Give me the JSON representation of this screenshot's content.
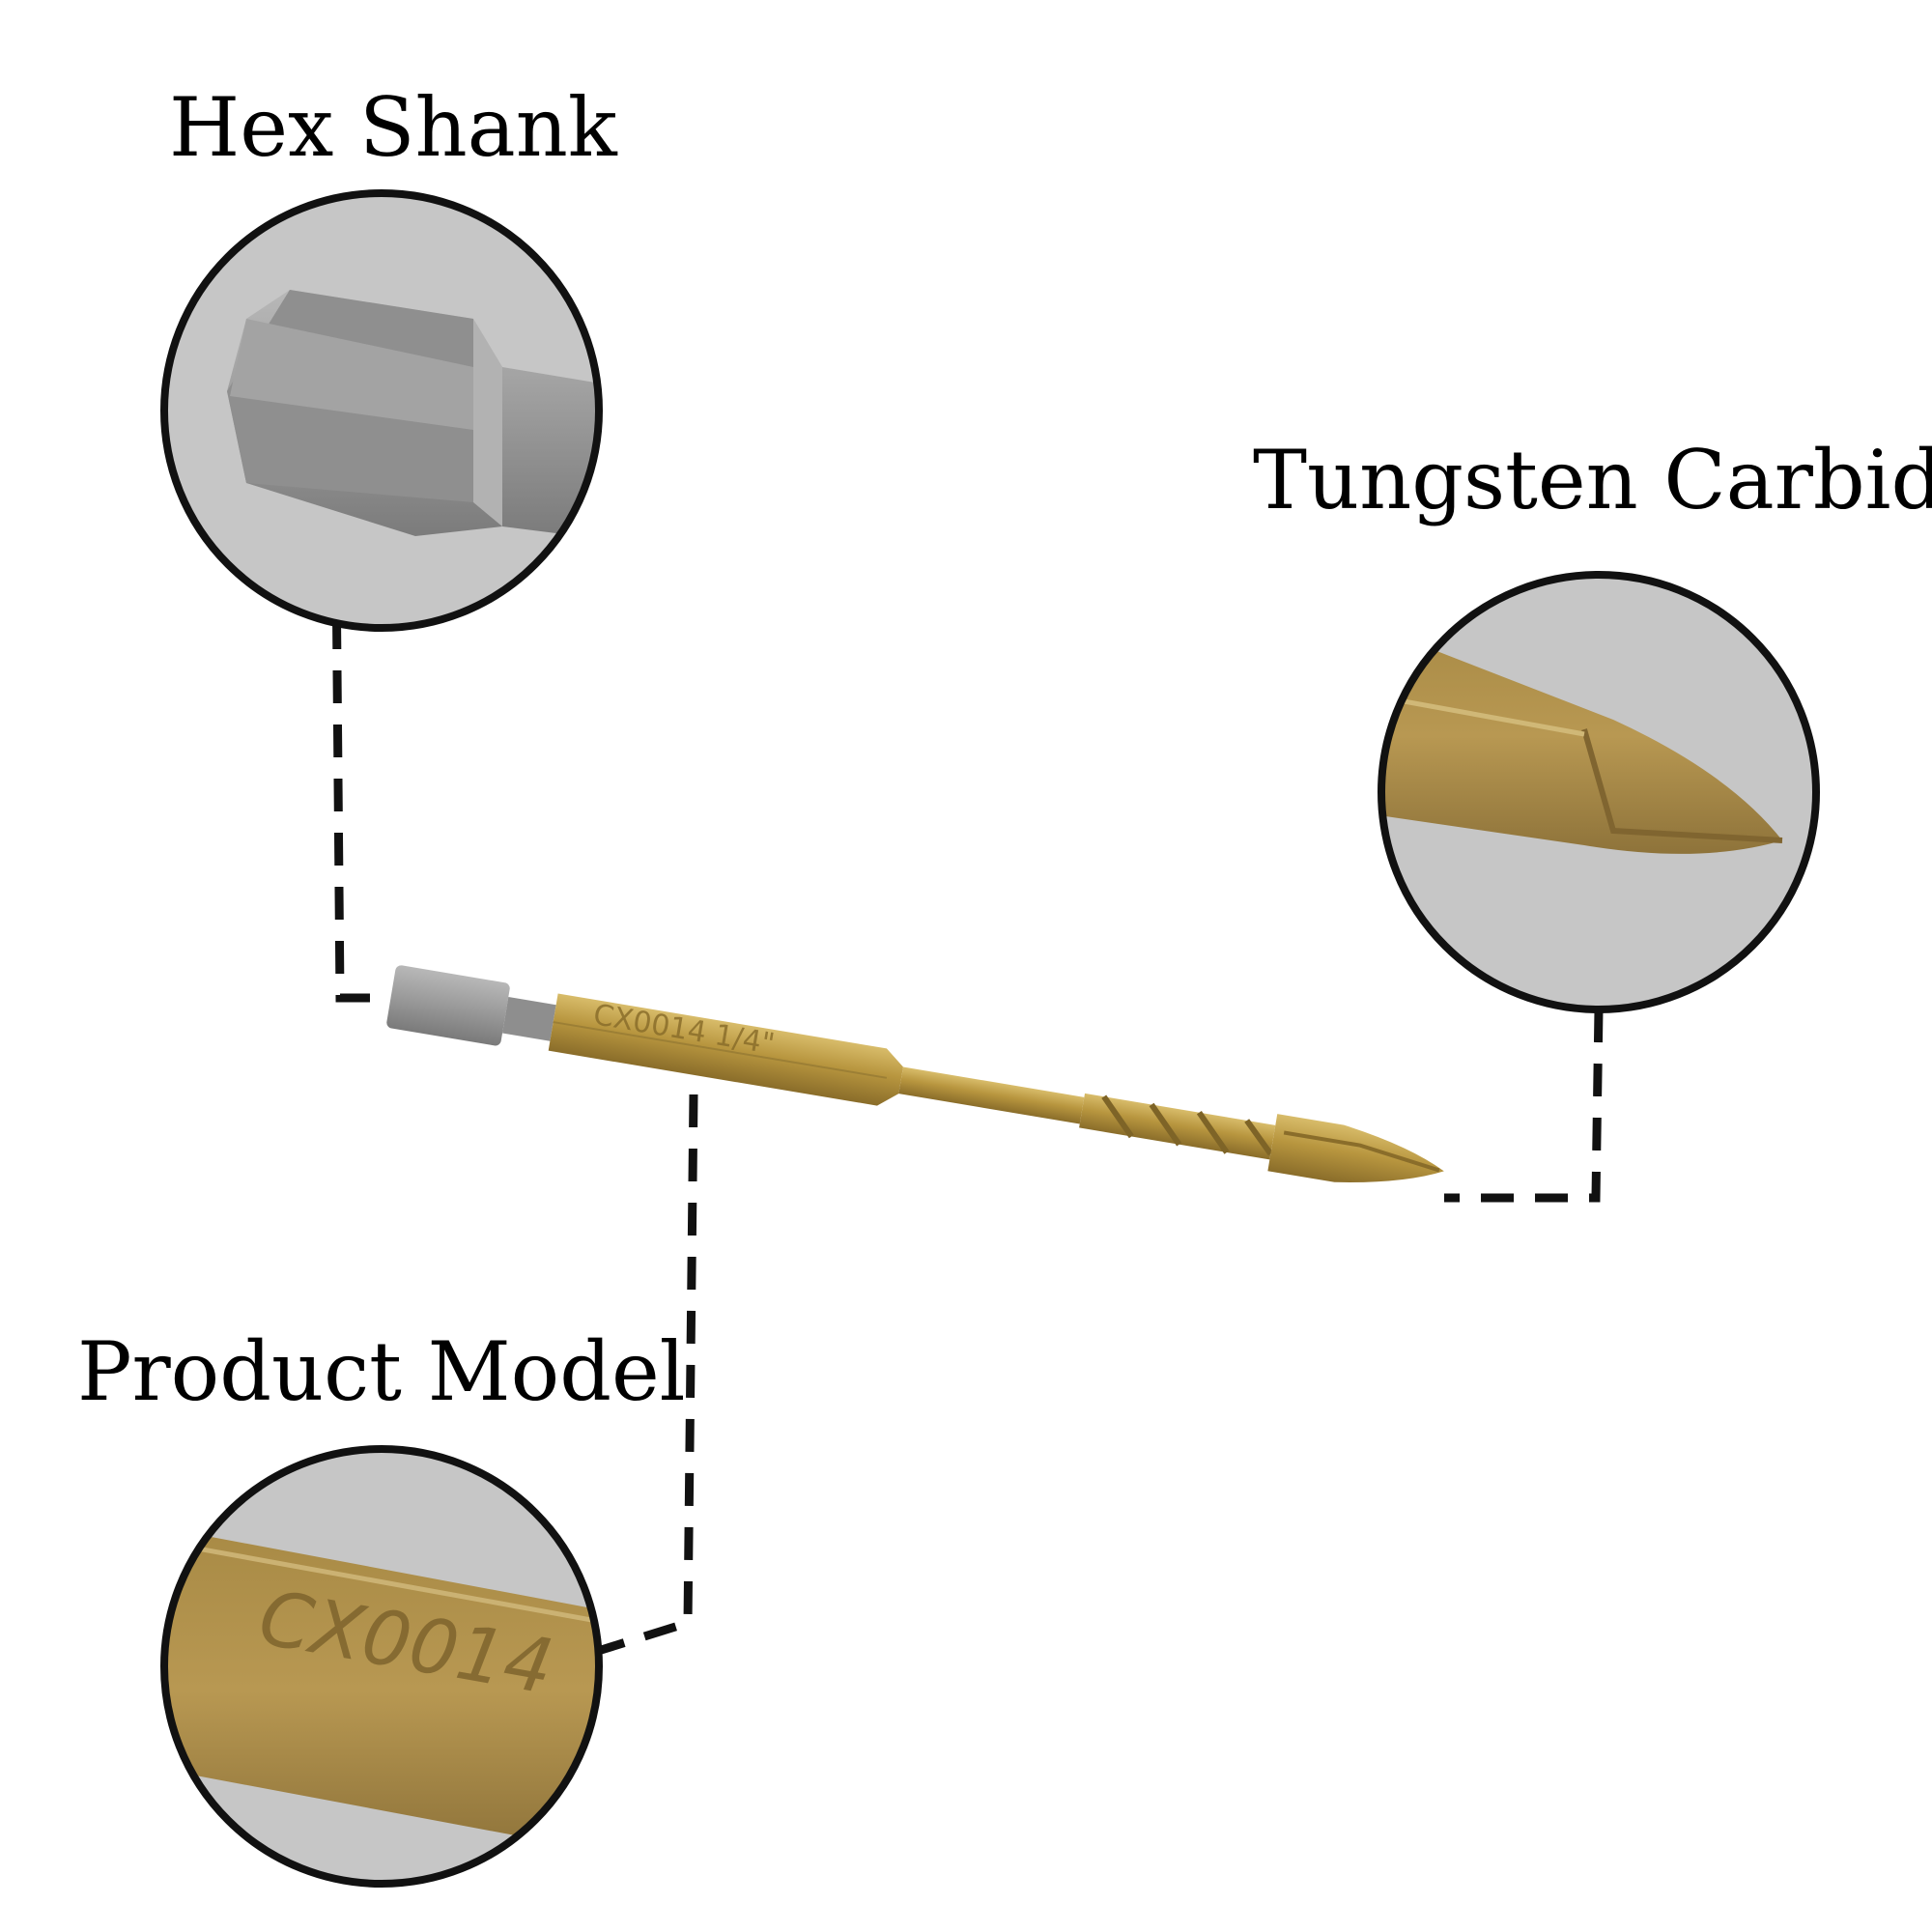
{
  "callouts": {
    "hex_shank": {
      "label": "Hex Shank"
    },
    "tungsten_carbide": {
      "label": "Tungsten Carbide"
    },
    "product_model": {
      "label": "Product Model",
      "engraving": "CX0014"
    }
  },
  "drill_bit": {
    "engraving": "CX0014  1/4\""
  },
  "colors": {
    "background": "#ffffff",
    "circle_fill": "#c6c6c6",
    "circle_outline": "#111111",
    "steel": "#9a9a9a",
    "gold": "#b8963f",
    "gold_light": "#d4b563",
    "gold_dark": "#8a6d2a",
    "leader_line": "#111111"
  }
}
